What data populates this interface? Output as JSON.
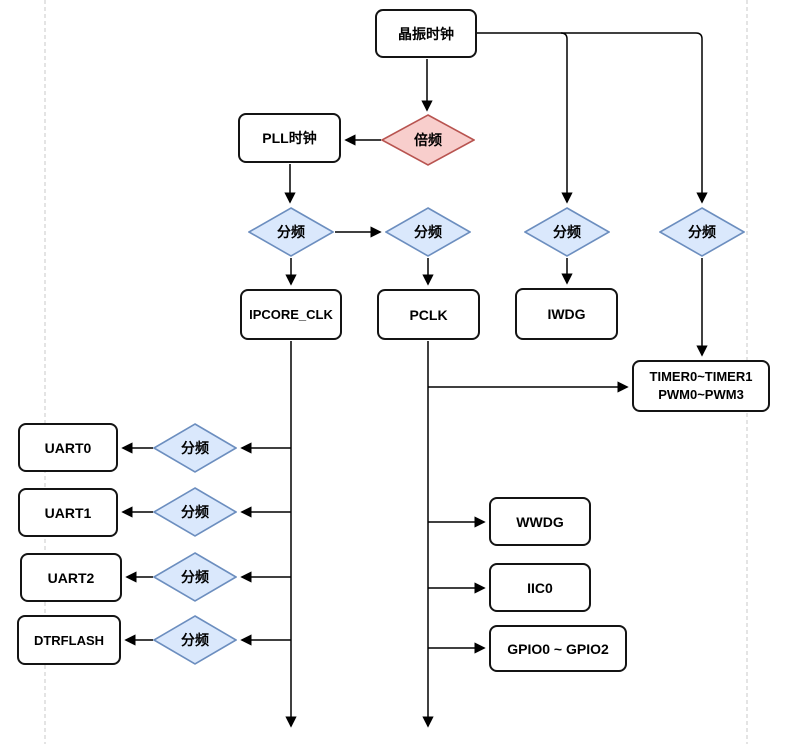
{
  "diagram": {
    "type": "flowchart",
    "subject": "clock-tree",
    "colors": {
      "box_fill": "#ffffff",
      "box_stroke": "#141414",
      "edge_stroke": "#000000",
      "guide_stroke": "#c9c9c9",
      "diamond_red_fill": "#f8cecc",
      "diamond_red_stroke": "#b85450",
      "diamond_blue_fill": "#dae8fc",
      "diamond_blue_stroke": "#6c8ebf"
    },
    "nodes": {
      "crystal_clock": {
        "label": "晶振时钟"
      },
      "multiplier": {
        "label": "倍频"
      },
      "pll_clock": {
        "label": "PLL时钟"
      },
      "div_ipcore": {
        "label": "分频"
      },
      "div_pclk": {
        "label": "分频"
      },
      "div_iwdg": {
        "label": "分频"
      },
      "div_timer": {
        "label": "分频"
      },
      "ipcore_clk": {
        "label": "IPCORE_CLK"
      },
      "pclk": {
        "label": "PCLK"
      },
      "iwdg": {
        "label": "IWDG"
      },
      "timer_pwm": {
        "label_line1": "TIMER0~TIMER1",
        "label_line2": "PWM0~PWM3"
      },
      "div_uart0": {
        "label": "分频"
      },
      "div_uart1": {
        "label": "分频"
      },
      "div_uart2": {
        "label": "分频"
      },
      "div_dtrflash": {
        "label": "分频"
      },
      "uart0": {
        "label": "UART0"
      },
      "uart1": {
        "label": "UART1"
      },
      "uart2": {
        "label": "UART2"
      },
      "dtrflash": {
        "label": "DTRFLASH"
      },
      "wwdg": {
        "label": "WWDG"
      },
      "iic0": {
        "label": "IIC0"
      },
      "gpio": {
        "label": "GPIO0 ~ GPIO2"
      }
    }
  }
}
